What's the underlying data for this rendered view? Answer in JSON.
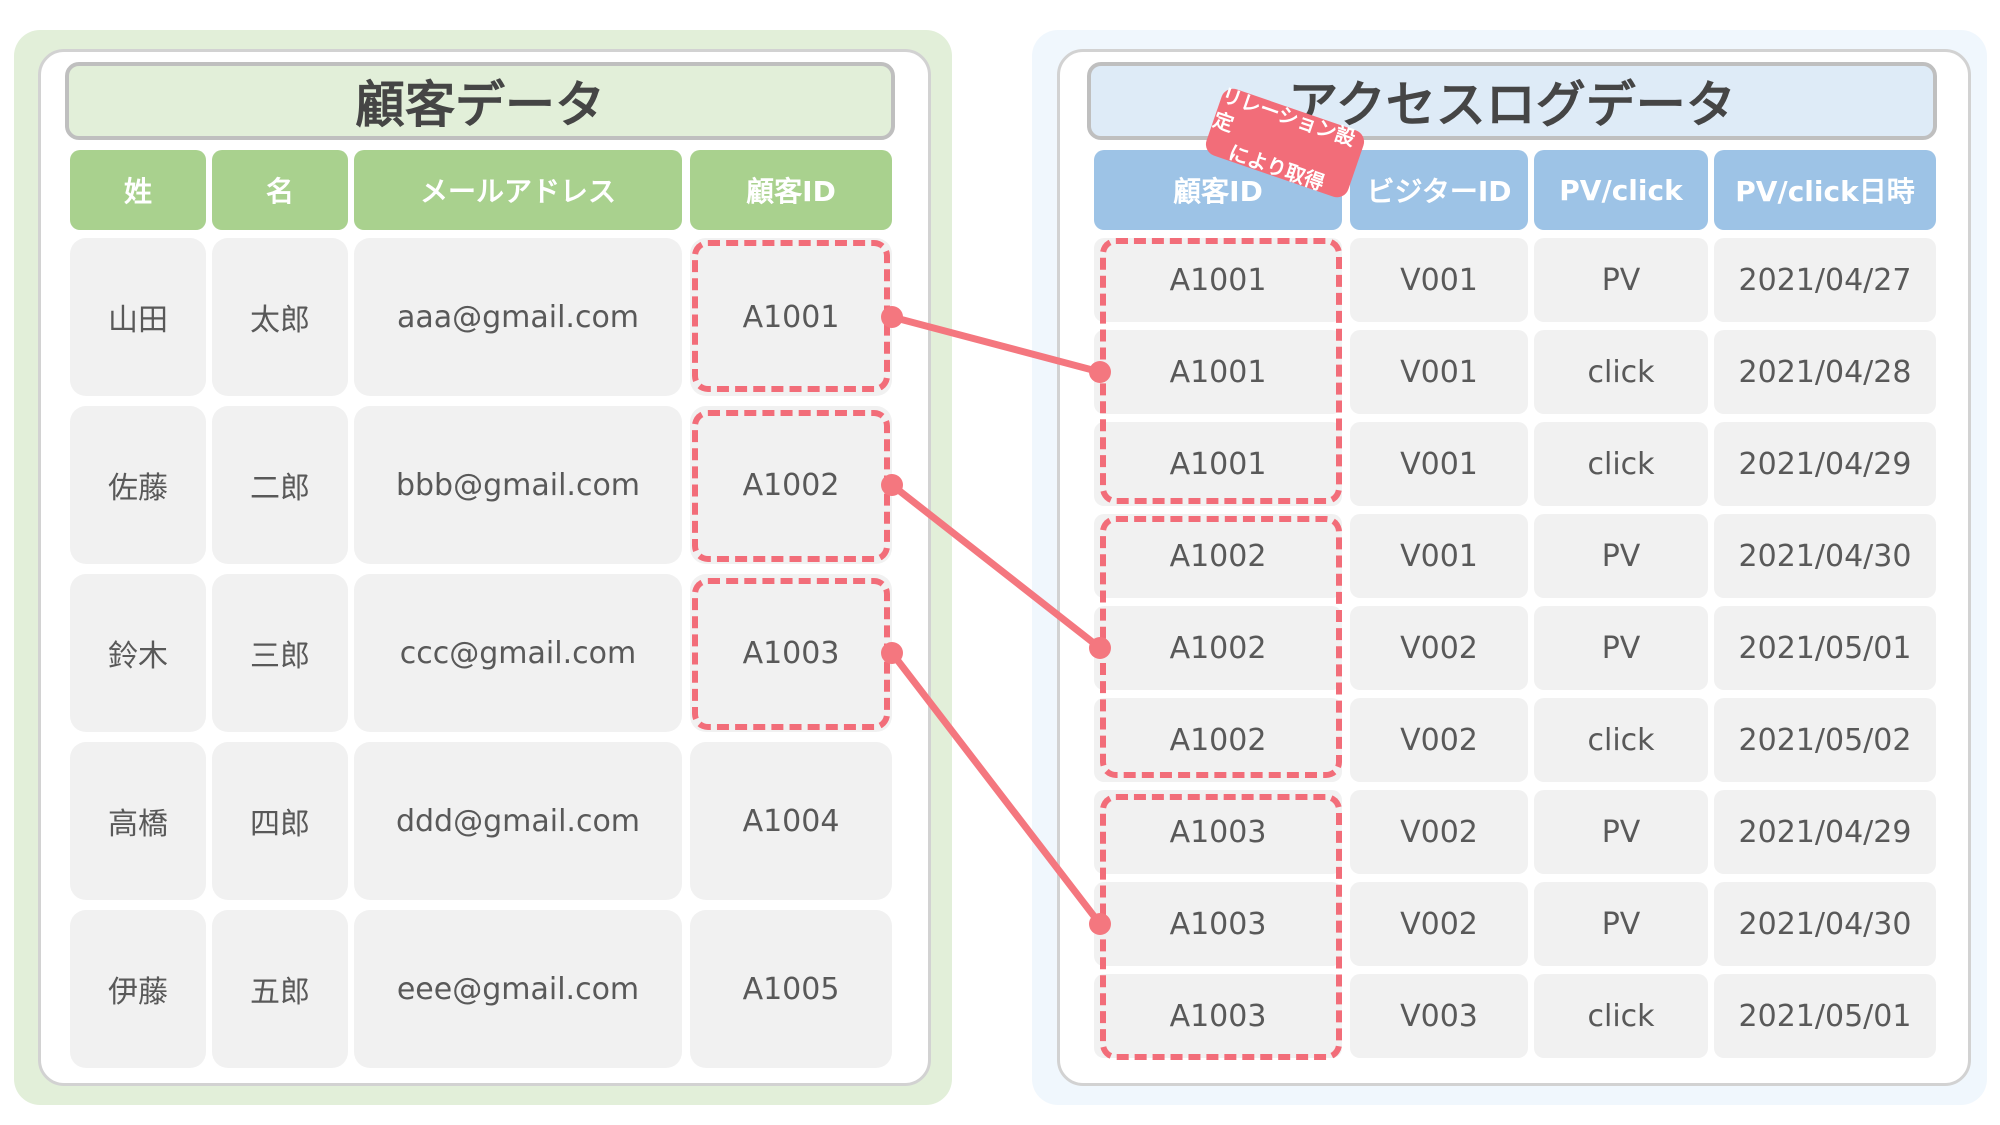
{
  "colors": {
    "left_panel_bg": "#e2efd9",
    "left_header": "#a9d18e",
    "right_panel_bg": "#f0f7fd",
    "right_title_bg": "#deebf7",
    "right_header": "#9dc3e6",
    "link": "#f4777f"
  },
  "customer": {
    "title": "顧客データ",
    "headers": [
      "姓",
      "名",
      "メールアドレス",
      "顧客ID"
    ],
    "rows": [
      [
        "山田",
        "太郎",
        "aaa@gmail.com",
        "A1001"
      ],
      [
        "佐藤",
        "二郎",
        "bbb@gmail.com",
        "A1002"
      ],
      [
        "鈴木",
        "三郎",
        "ccc@gmail.com",
        "A1003"
      ],
      [
        "高橋",
        "四郎",
        "ddd@gmail.com",
        "A1004"
      ],
      [
        "伊藤",
        "五郎",
        "eee@gmail.com",
        "A1005"
      ]
    ]
  },
  "access_log": {
    "title": "アクセスログデータ",
    "headers": [
      "顧客ID",
      "ビジターID",
      "PV/click",
      "PV/click日時"
    ],
    "rows": [
      [
        "A1001",
        "V001",
        "PV",
        "2021/04/27"
      ],
      [
        "A1001",
        "V001",
        "click",
        "2021/04/28"
      ],
      [
        "A1001",
        "V001",
        "click",
        "2021/04/29"
      ],
      [
        "A1002",
        "V001",
        "PV",
        "2021/04/30"
      ],
      [
        "A1002",
        "V002",
        "PV",
        "2021/05/01"
      ],
      [
        "A1002",
        "V002",
        "click",
        "2021/05/02"
      ],
      [
        "A1003",
        "V002",
        "PV",
        "2021/04/29"
      ],
      [
        "A1003",
        "V002",
        "PV",
        "2021/04/30"
      ],
      [
        "A1003",
        "V003",
        "click",
        "2021/05/01"
      ]
    ]
  },
  "relation_badge": {
    "line1": "リレーション設定",
    "line2": "により取得"
  },
  "links": [
    {
      "from_customer_row": 0,
      "to_log_row": 1
    },
    {
      "from_customer_row": 1,
      "to_log_row": 4
    },
    {
      "from_customer_row": 2,
      "to_log_row": 7
    }
  ]
}
